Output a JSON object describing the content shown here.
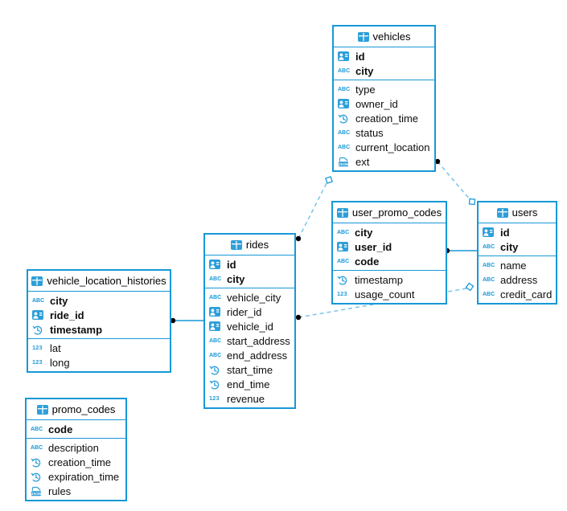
{
  "diagram": {
    "tables": [
      {
        "title": "vehicles",
        "pk": [
          {
            "name": "id",
            "type": "uuid"
          },
          {
            "name": "city",
            "type": "text"
          }
        ],
        "cols": [
          {
            "name": "type",
            "type": "text"
          },
          {
            "name": "owner_id",
            "type": "uuid"
          },
          {
            "name": "creation_time",
            "type": "timestamp"
          },
          {
            "name": "status",
            "type": "text"
          },
          {
            "name": "current_location",
            "type": "text"
          },
          {
            "name": "ext",
            "type": "json"
          }
        ]
      },
      {
        "title": "user_promo_codes",
        "pk": [
          {
            "name": "city",
            "type": "text"
          },
          {
            "name": "user_id",
            "type": "uuid"
          },
          {
            "name": "code",
            "type": "text"
          }
        ],
        "cols": [
          {
            "name": "timestamp",
            "type": "timestamp"
          },
          {
            "name": "usage_count",
            "type": "number"
          }
        ]
      },
      {
        "title": "users",
        "pk": [
          {
            "name": "id",
            "type": "uuid"
          },
          {
            "name": "city",
            "type": "text"
          }
        ],
        "cols": [
          {
            "name": "name",
            "type": "text"
          },
          {
            "name": "address",
            "type": "text"
          },
          {
            "name": "credit_card",
            "type": "text"
          }
        ]
      },
      {
        "title": "rides",
        "pk": [
          {
            "name": "id",
            "type": "uuid"
          },
          {
            "name": "city",
            "type": "text"
          }
        ],
        "cols": [
          {
            "name": "vehicle_city",
            "type": "text"
          },
          {
            "name": "rider_id",
            "type": "uuid"
          },
          {
            "name": "vehicle_id",
            "type": "uuid"
          },
          {
            "name": "start_address",
            "type": "text"
          },
          {
            "name": "end_address",
            "type": "text"
          },
          {
            "name": "start_time",
            "type": "timestamp"
          },
          {
            "name": "end_time",
            "type": "timestamp"
          },
          {
            "name": "revenue",
            "type": "number"
          }
        ]
      },
      {
        "title": "vehicle_location_histories",
        "pk": [
          {
            "name": "city",
            "type": "text"
          },
          {
            "name": "ride_id",
            "type": "uuid"
          },
          {
            "name": "timestamp",
            "type": "timestamp"
          }
        ],
        "cols": [
          {
            "name": "lat",
            "type": "number"
          },
          {
            "name": "long",
            "type": "number"
          }
        ]
      },
      {
        "title": "promo_codes",
        "pk": [
          {
            "name": "code",
            "type": "text"
          }
        ],
        "cols": [
          {
            "name": "description",
            "type": "text"
          },
          {
            "name": "creation_time",
            "type": "timestamp"
          },
          {
            "name": "expiration_time",
            "type": "timestamp"
          },
          {
            "name": "rules",
            "type": "json"
          }
        ]
      }
    ],
    "relationships": [
      {
        "from": "rides",
        "to": "vehicles",
        "style": "dashed"
      },
      {
        "from": "vehicles",
        "to": "users",
        "style": "dashed"
      },
      {
        "from": "rides",
        "to": "users",
        "style": "dashed"
      },
      {
        "from": "user_promo_codes",
        "to": "users",
        "style": "solid"
      },
      {
        "from": "vehicle_location_histories",
        "to": "rides",
        "style": "solid"
      }
    ],
    "icon_names": {
      "uuid": "id-card-icon",
      "text": "abc-icon",
      "timestamp": "clock-icon",
      "number": "123-icon",
      "json": "json-icon",
      "table": "table-icon"
    },
    "colors": {
      "table_border": "#1798d7",
      "icon_blue": "#2d9fd9",
      "dashed_line": "#6fc0ea",
      "solid_line": "#1798d7",
      "connector_dot": "#000000",
      "diamond_fill": "#ffffff",
      "text": "#0d0d0d"
    }
  }
}
